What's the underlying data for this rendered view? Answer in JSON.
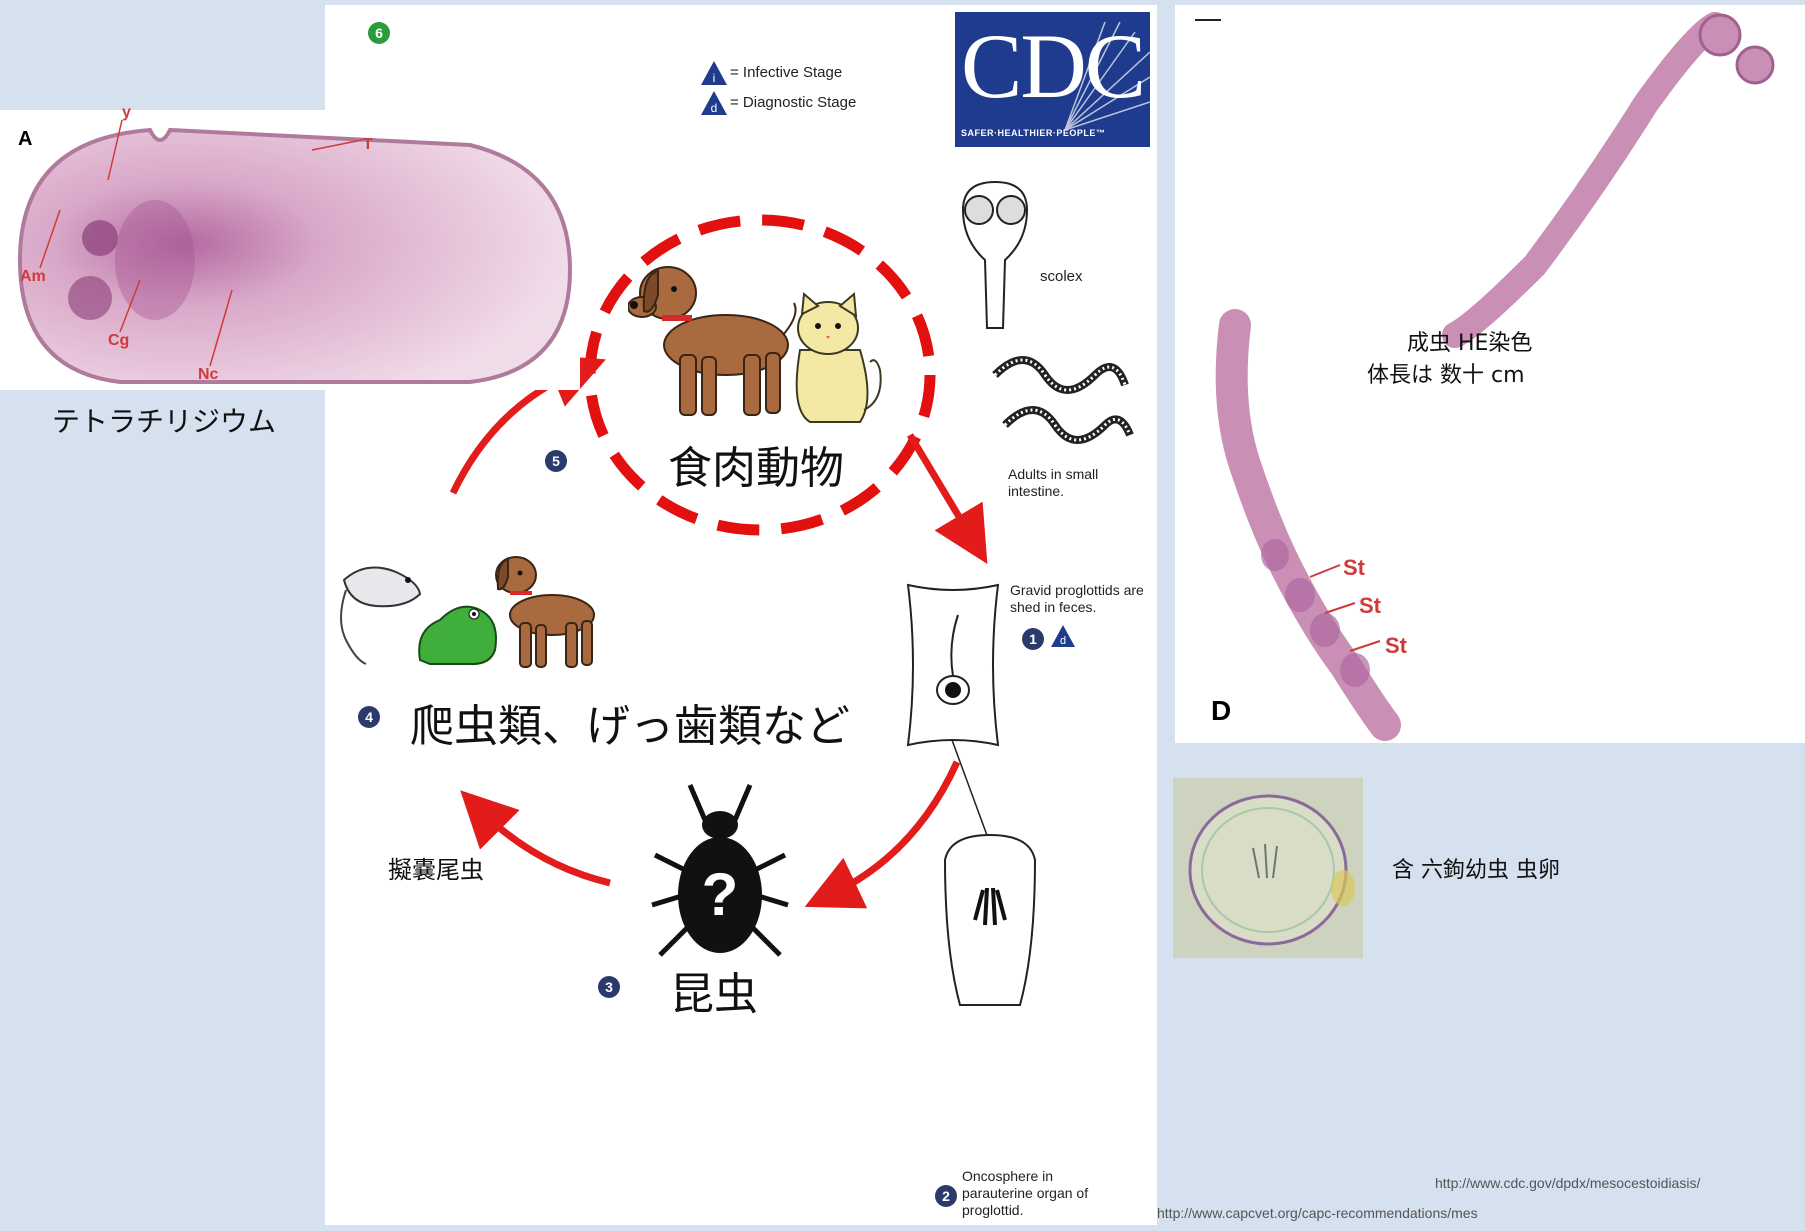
{
  "lifecycle": {
    "stage6_number": "6",
    "legend": {
      "infective": "= Infective Stage",
      "diagnostic": "= Diagnostic Stage",
      "i_letter": "i",
      "d_letter": "d"
    },
    "cdc_logo": {
      "text": "CDC",
      "tagline": "SAFER·HEALTHIER·PEOPLE™"
    },
    "host_definitive": {
      "number": "5",
      "label": "食肉動物"
    },
    "scolex_label": "scolex",
    "adults_label": "Adults in small intestine.",
    "gravid_label": "Gravid proglottids are shed in feces.",
    "stage1_number": "1",
    "stage2_number": "2",
    "oncosphere_label": "Oncosphere in parauterine organ of proglottid.",
    "insect": {
      "number": "3",
      "label": "昆虫"
    },
    "second_host": {
      "number": "4",
      "label": "爬虫類、げっ歯類など"
    },
    "cysticercoid_label": "擬嚢尾虫"
  },
  "tetrathyridium": {
    "panel_letter": "A",
    "caption": "テトラチリジウム",
    "markers": {
      "y": "y",
      "T": "T",
      "Am": "Am",
      "Cg": "Cg",
      "Nc": "Nc"
    }
  },
  "adult_specimen": {
    "panel_letter": "D",
    "caption_line1": "成虫 HE染色",
    "caption_line2": "体長は 数十 cm",
    "st_labels": [
      "St",
      "St",
      "St"
    ]
  },
  "egg": {
    "caption": "含 六鉤幼虫 虫卵"
  },
  "sources": {
    "url1": "http://www.cdc.gov/dpdx/mesocestoidiasis/",
    "url2": "http://www.capcvet.org/capc-recommendations/mes"
  },
  "colors": {
    "arrow_red": "#e21b1b",
    "dashed_red": "#e31010",
    "cdc_blue": "#1f3b8d",
    "stain_pink": "#c98fb5"
  }
}
